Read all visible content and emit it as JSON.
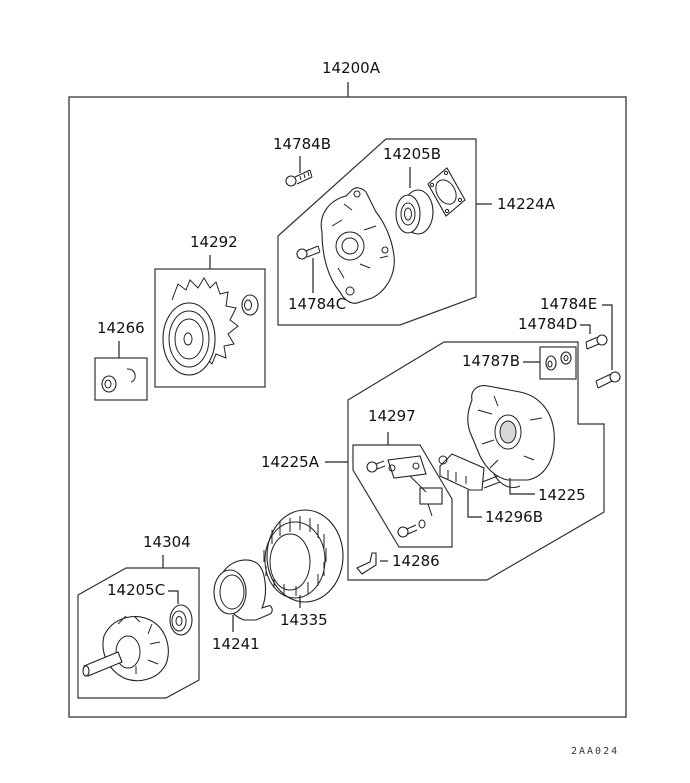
{
  "diagram": {
    "assembly_label": "14200A",
    "drawing_code": "2AA024",
    "parts": {
      "p14784B": "14784B",
      "p14205B": "14205B",
      "p14224A": "14224A",
      "p14784C": "14784C",
      "p14292": "14292",
      "p14266": "14266",
      "p14784E": "14784E",
      "p14784D": "14784D",
      "p14787B": "14787B",
      "p14297": "14297",
      "p14225A": "14225A",
      "p14225": "14225",
      "p14296B": "14296B",
      "p14286": "14286",
      "p14304": "14304",
      "p14205C": "14205C",
      "p14241": "14241",
      "p14335": "14335"
    }
  }
}
